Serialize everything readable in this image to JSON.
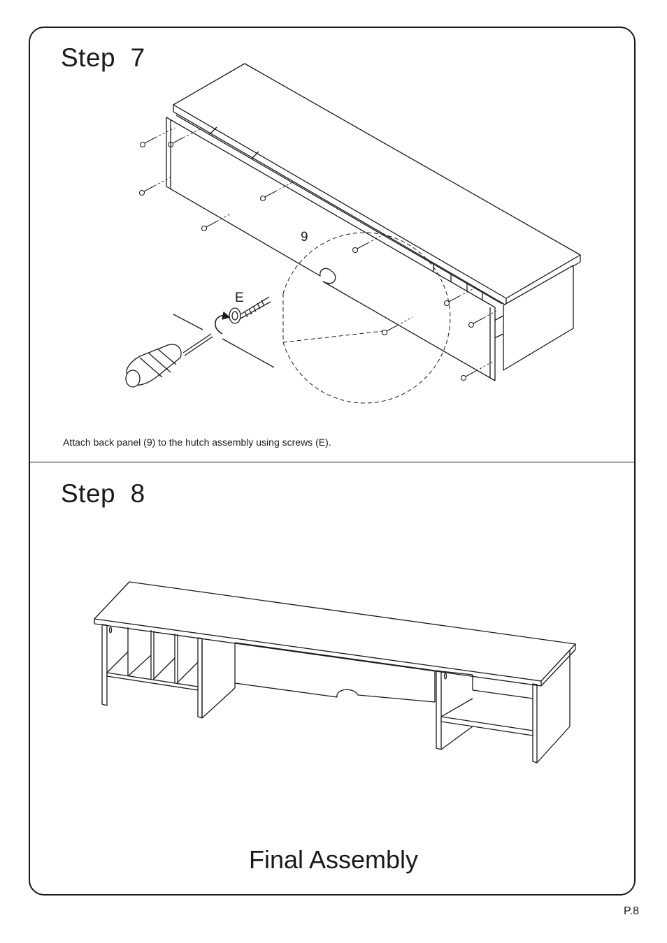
{
  "step7": {
    "title": "Step  7",
    "part_label": "9",
    "screw_label": "E",
    "instruction": "Attach back panel (9) to the hutch assembly using screws (E)."
  },
  "step8": {
    "title": "Step  8",
    "caption": "Final Assembly"
  },
  "page_number": "P.8",
  "colors": {
    "line": "#1a1a1a",
    "background": "#ffffff"
  }
}
